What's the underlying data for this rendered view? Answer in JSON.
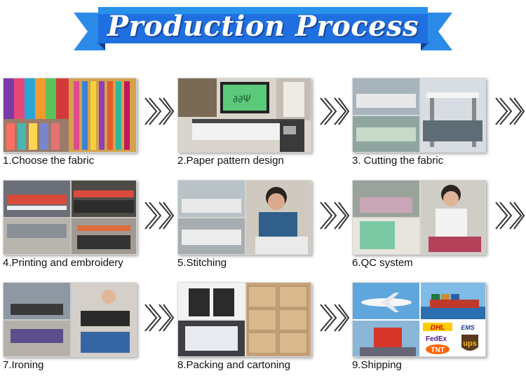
{
  "banner": {
    "title": "Production Process"
  },
  "steps": [
    {
      "caption": "1.Choose the fabric"
    },
    {
      "caption": "2.Paper pattern design"
    },
    {
      "caption": "3. Cutting the fabric"
    },
    {
      "caption": "4.Printing and embroidery"
    },
    {
      "caption": "5.Stitching"
    },
    {
      "caption": "6.QC system"
    },
    {
      "caption": "7.Ironing"
    },
    {
      "caption": "8.Packing and cartoning"
    },
    {
      "caption": "9.Shipping"
    }
  ],
  "logos": {
    "dhl": "DHL",
    "ems": "EMS",
    "fedex": "FedEx",
    "tnt": "TNT",
    "ups": "ups"
  },
  "colors": {
    "banner_blue": "#1f6fe0",
    "banner_light": "#2fa8f0",
    "banner_dark": "#123f8f"
  }
}
